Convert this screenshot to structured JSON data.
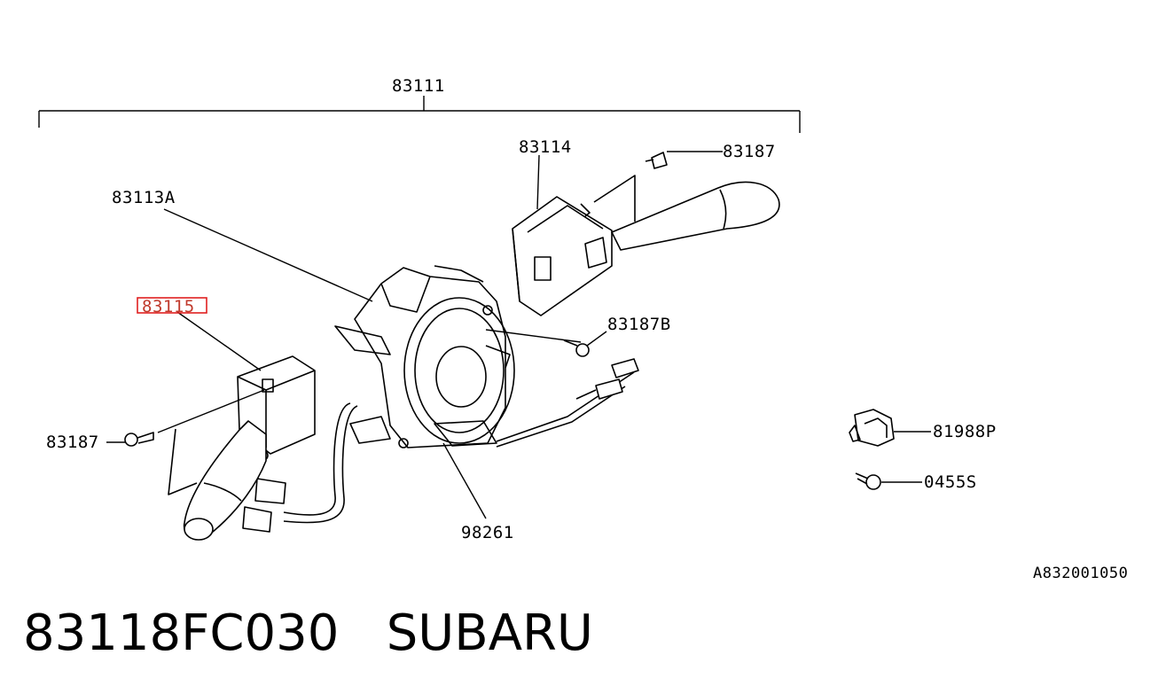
{
  "diagram": {
    "labels": {
      "assembly": "83111",
      "lever_right": "83114",
      "screw_top": "83187",
      "housing": "83113A",
      "lever_left": "83115",
      "screw_mid": "83187B",
      "screw_left": "83187",
      "roll_connector": "98261",
      "clip": "81988P",
      "bolt": "0455S"
    },
    "highlighted_part": "83115",
    "highlight_color": "#e02020",
    "diagram_code": "A832001050"
  },
  "caption": {
    "part_number": "83118FC030",
    "brand": "SUBARU"
  }
}
